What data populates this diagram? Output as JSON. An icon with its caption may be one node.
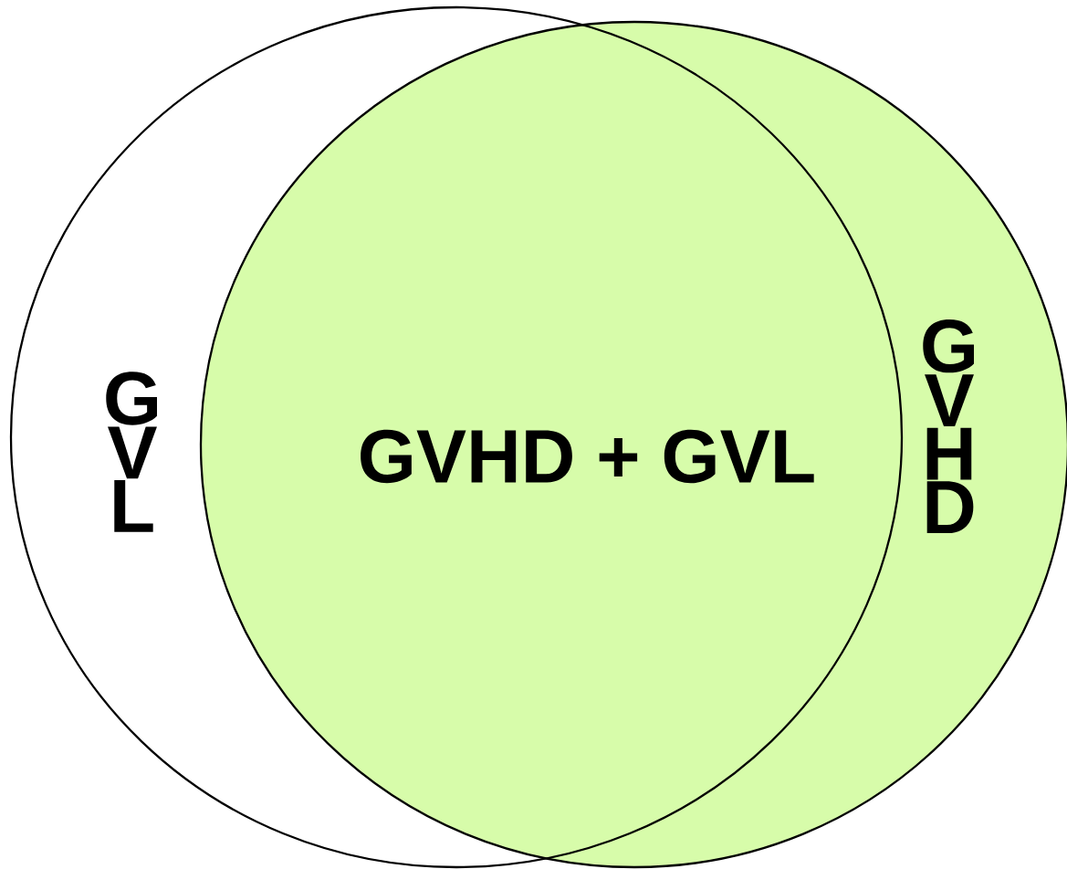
{
  "diagram": {
    "nodes": [
      {
        "text": [
          "G V L"
        ]
      },
      {
        "text": [
          "G V H D"
        ]
      }
    ],
    "labels": [
      "GVHD + GVL"
    ]
  }
}
